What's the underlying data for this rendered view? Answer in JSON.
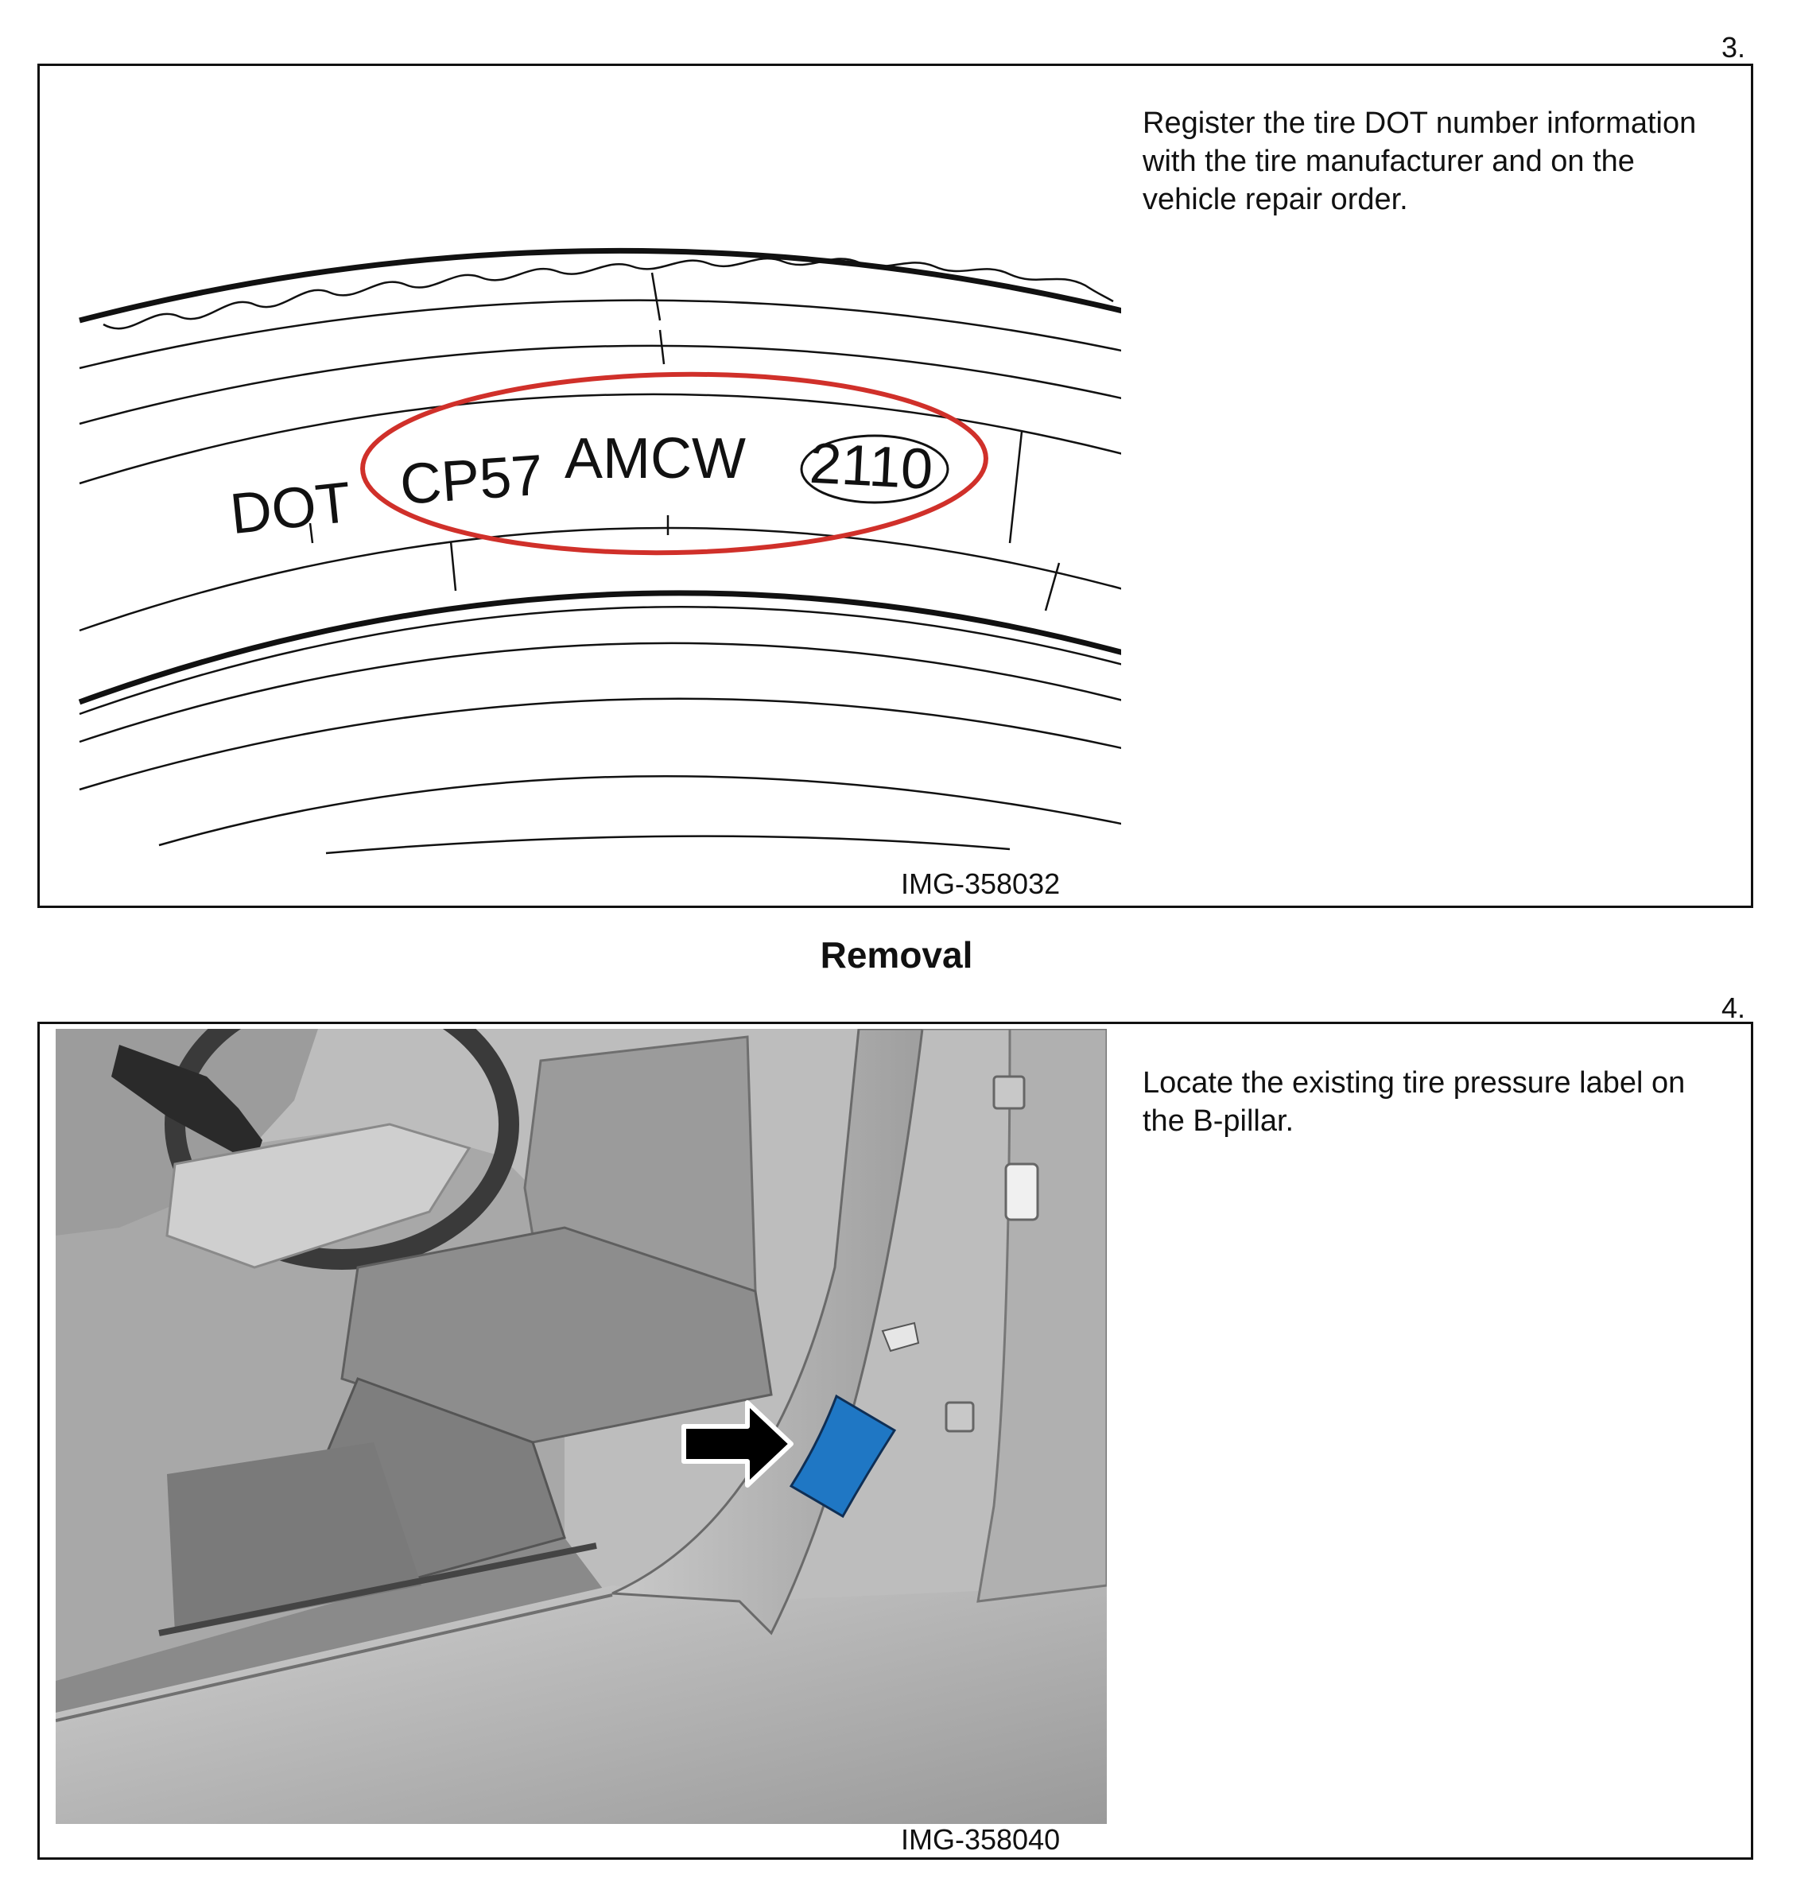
{
  "step3": {
    "number": "3.",
    "instruction": "Register the tire DOT number information with the tire manufacturer and on the vehicle repair order.",
    "image_id": "IMG-358032",
    "tire_markings": {
      "dot": "DOT",
      "plant_code": "CP57",
      "size_code": "AMCW",
      "date_code": "2110"
    },
    "highlight_color": "#d0302a"
  },
  "section": {
    "title": "Removal"
  },
  "step4": {
    "number": "4.",
    "instruction": "Locate the existing tire pressure label on the B-pillar.",
    "image_id": "IMG-358040",
    "label_color": "#1f77c4",
    "arrow_color": "#000000"
  }
}
